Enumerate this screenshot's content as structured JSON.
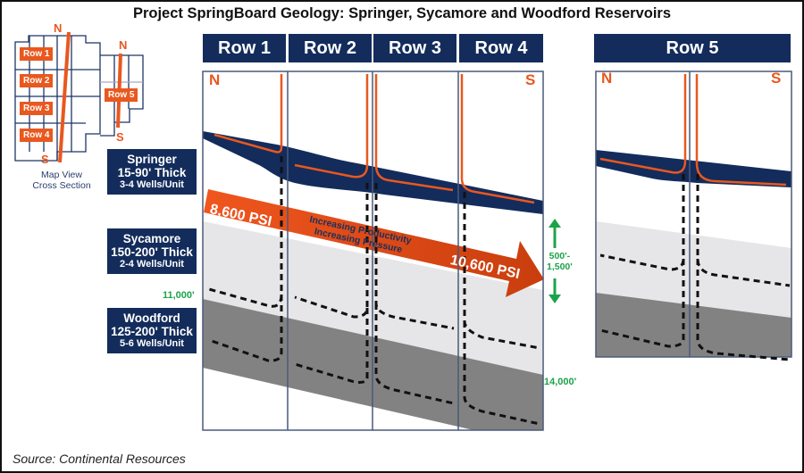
{
  "title": "Project SpringBoard Geology: Springer, Sycamore and Woodford Reservoirs",
  "source": "Source: Continental Resources",
  "map_view": {
    "label_line1": "Map View",
    "label_line2": "Cross Section",
    "rows": [
      "Row 1",
      "Row 2",
      "Row 3",
      "Row 4",
      "Row 5"
    ],
    "north": "N",
    "south": "S"
  },
  "cross_section": {
    "headers": [
      "Row 1",
      "Row 2",
      "Row 3",
      "Row 4"
    ],
    "row5_header": "Row 5",
    "north": "N",
    "south": "S"
  },
  "formations": [
    {
      "name": "Springer",
      "thickness": "15-90' Thick",
      "wells": "3-4 Wells/Unit"
    },
    {
      "name": "Sycamore",
      "thickness": "150-200' Thick",
      "wells": "2-4 Wells/Unit"
    },
    {
      "name": "Woodford",
      "thickness": "125-200' Thick",
      "wells": "5-6 Wells/Unit"
    }
  ],
  "depths": {
    "top": "11,000'",
    "bottom": "14,000'",
    "interval_line1": "500'-",
    "interval_line2": "1,500'"
  },
  "pressure_arrow": {
    "start": "8,600 PSI",
    "end": "10,600 PSI",
    "caption_line1": "Increasing Productivity",
    "caption_line2": "Increasing Pressure"
  },
  "colors": {
    "navy": "#132c5b",
    "orange": "#e8581f",
    "green": "#1ca34a",
    "sycamore_gray": "#e6e6e8",
    "woodford_gray": "#828282"
  }
}
